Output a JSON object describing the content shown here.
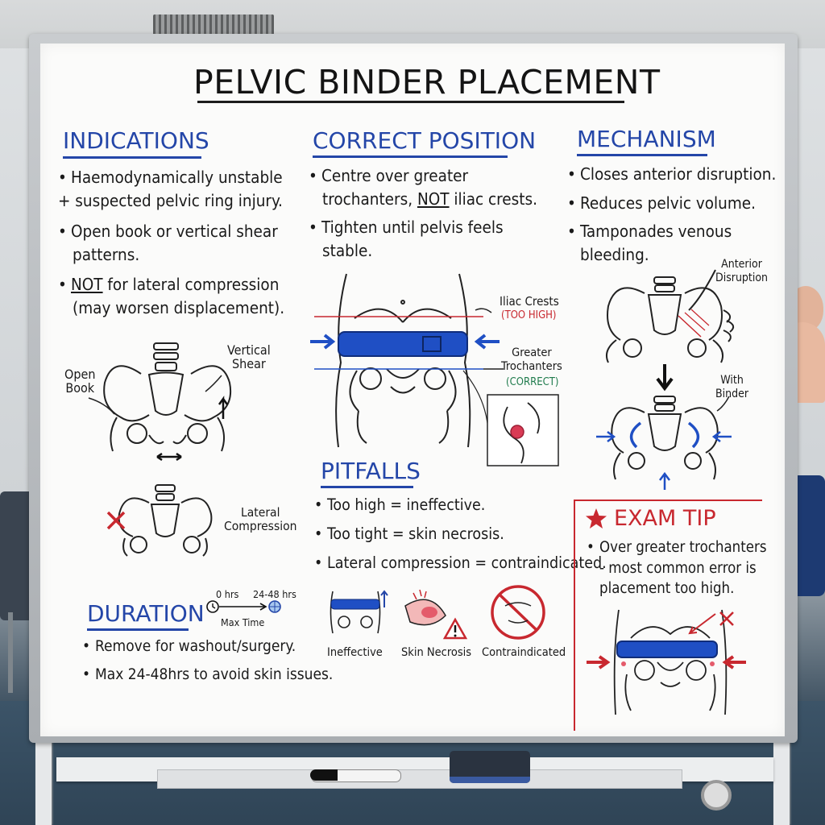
{
  "title": "PELVIC BINDER PLACEMENT",
  "indications": {
    "heading": "INDICATIONS",
    "bullets": [
      [
        "Haemodynamically unstable",
        "+ suspected pelvic ring injury."
      ],
      [
        "Open book or vertical shear",
        "patterns."
      ]
    ],
    "not_line_not": "NOT",
    "not_line_rest": " for lateral compression",
    "not_line_2": "(may worsen displacement).",
    "labels": {
      "open_book": "Open\nBook",
      "vertical_shear": "Vertical\nShear",
      "lateral_compression": "Lateral\nCompression"
    }
  },
  "correct_position": {
    "heading": "CORRECT POSITION",
    "line1": "Centre over greater",
    "line2_a": "trochanters, ",
    "line2_not": "NOT",
    "line2_b": " iliac crests.",
    "line3": "Tighten until pelvis feels",
    "line4": "stable.",
    "labels": {
      "iliac_crests": "Iliac Crests",
      "too_high": "(TOO HIGH)",
      "greater_trochanters": "Greater\nTrochanters",
      "correct": "(CORRECT)"
    }
  },
  "mechanism": {
    "heading": "MECHANISM",
    "bullets": [
      "Closes anterior disruption.",
      "Reduces pelvic volume.",
      "Tamponades venous",
      "bleeding."
    ],
    "labels": {
      "anterior_disruption": "Anterior\nDisruption",
      "with_binder": "With\nBinder"
    }
  },
  "pitfalls": {
    "heading": "PITFALLS",
    "bullets": [
      "Too high = ineffective.",
      "Too tight = skin necrosis.",
      "Lateral compression = contraindicated."
    ],
    "captions": [
      "Ineffective",
      "Skin Necrosis",
      "Contraindicated"
    ]
  },
  "duration": {
    "heading": "DURATION",
    "timeline": {
      "start": "0 hrs",
      "end": "24-48 hrs",
      "caption": "Max Time"
    },
    "bullets": [
      "Remove for washout/surgery.",
      "Max 24-48hrs to avoid skin issues."
    ]
  },
  "exam_tip": {
    "heading": "EXAM TIP",
    "lines": [
      "Over greater trochanters",
      "- most common error is",
      "placement too high."
    ]
  },
  "colors": {
    "blue": "#2446a8",
    "red": "#c8282f",
    "green": "#1f7b4c",
    "binder": "#1f4fc4"
  }
}
